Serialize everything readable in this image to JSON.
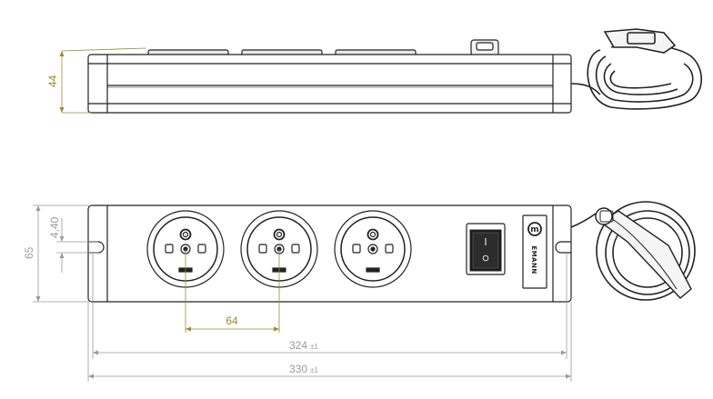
{
  "dimensions": {
    "height_side": "44",
    "height_front": "65",
    "hole_offset": "4,40",
    "socket_pitch": "64",
    "hole_distance": "324",
    "hole_distance_tol": "±1",
    "overall_length": "330",
    "overall_length_tol": "±1"
  },
  "brand": {
    "logo_letter": "m",
    "name": "EMANN"
  },
  "colors": {
    "outline": "#222222",
    "gold_dim": "#9c8a2e",
    "gray_dim": "#9a9a9a"
  }
}
